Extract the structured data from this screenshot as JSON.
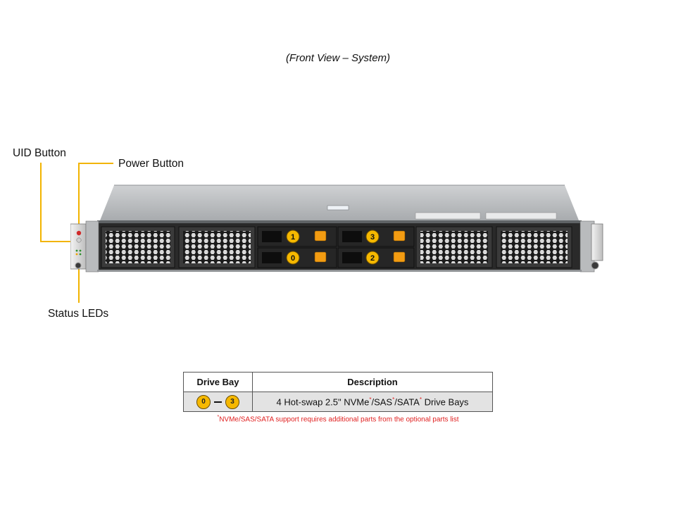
{
  "caption": "(Front View – System)",
  "callouts": {
    "uid_button": "UID Button",
    "power_button": "Power Button",
    "status_leds": "Status LEDs"
  },
  "drive_bays": [
    {
      "label": "1"
    },
    {
      "label": "0"
    },
    {
      "label": "3"
    },
    {
      "label": "2"
    }
  ],
  "table": {
    "headers": [
      "Drive Bay",
      "Description"
    ],
    "row": {
      "bay_start": "0",
      "bay_end": "3",
      "description_parts": [
        "4 Hot-swap 2.5\" NVMe",
        "*",
        "/SAS",
        "*",
        "/SATA",
        "*",
        " Drive Bays"
      ]
    }
  },
  "footnote": {
    "marker": "*",
    "text": "NVMe/SAS/SATA support requires additional parts from the optional parts list"
  },
  "colors": {
    "callout_lead": "#f2b400",
    "bay_badge": "#f6b800",
    "footnote_red": "#e02020"
  }
}
